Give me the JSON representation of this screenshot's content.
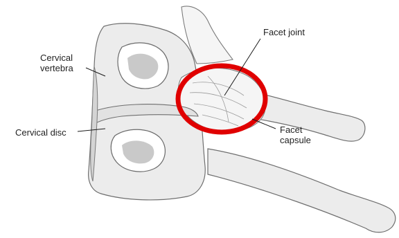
{
  "labels": {
    "cervical_vertebra": "Cervical\nvertebra",
    "cervical_disc": "Cervical disc",
    "facet_joint": "Facet joint",
    "facet_capsule": "Facet\ncapsule"
  },
  "highlight": {
    "shape": "ellipse",
    "color": "#e00000",
    "target": "facet joint"
  },
  "colors": {
    "bone": "#ececec",
    "outline": "#6e6e6e",
    "background": "#ffffff"
  }
}
